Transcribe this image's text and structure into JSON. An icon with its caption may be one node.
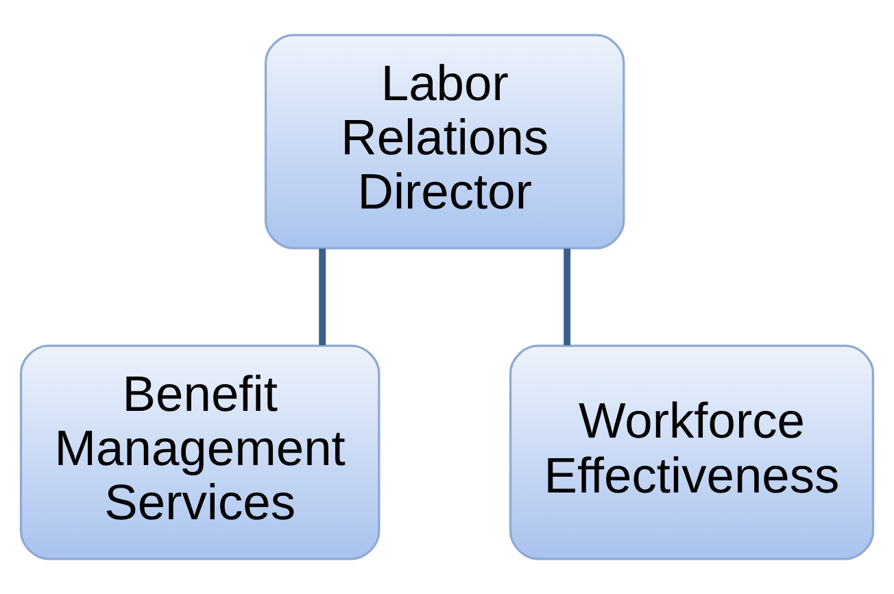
{
  "diagram": {
    "nodes": [
      {
        "text": [
          "Labor Relations Director"
        ]
      },
      {
        "text": [
          "Benefit Management Services"
        ]
      },
      {
        "text": [
          "Workforce Effectiveness"
        ]
      }
    ],
    "edges": [
      {
        "from": 0,
        "to": 1,
        "arrow": "none"
      },
      {
        "from": 0,
        "to": 2,
        "arrow": "none"
      }
    ]
  }
}
